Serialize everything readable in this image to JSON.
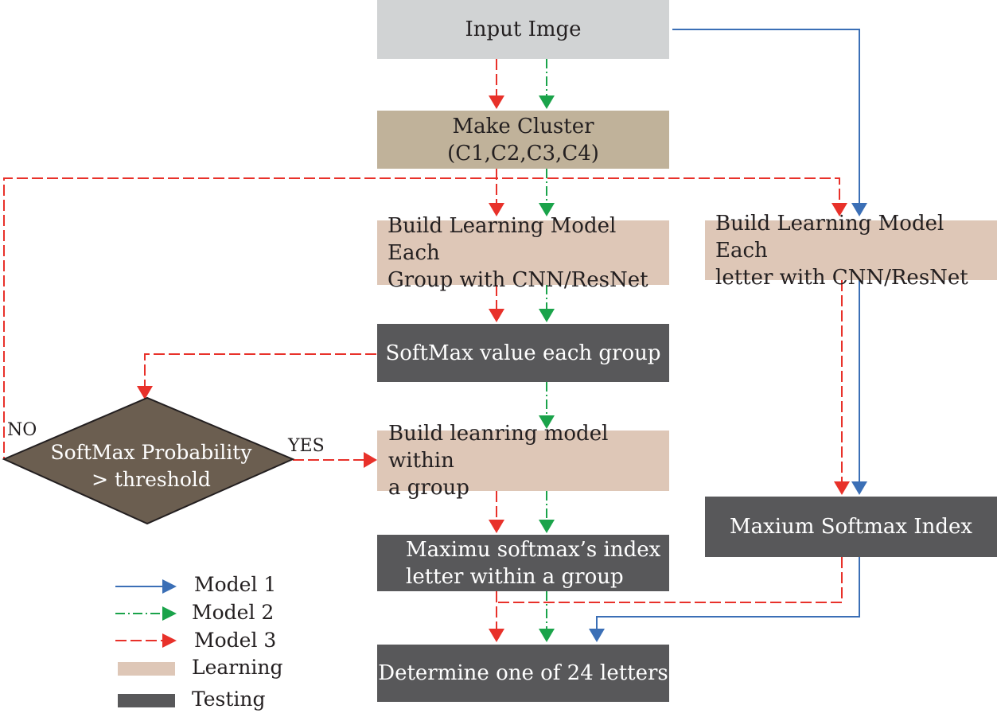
{
  "colors": {
    "model1": "#3b6fb6",
    "model2": "#1aa34a",
    "model3": "#e8312a",
    "learning": "#dec7b7",
    "testing": "#58585a",
    "input": "#d1d3d4",
    "cluster": "#c0b29a",
    "decision": "#6b5e50"
  },
  "nodes": {
    "input_image": "Input Imge",
    "make_cluster": "Make Cluster (C1,C2,C3,C4)",
    "build_group_model": "Build Learning Model Each\nGroup with CNN/ResNet",
    "build_letter_model": "Build Learning Model Each\nletter with CNN/ResNet",
    "softmax_group": "SoftMax value each group",
    "decision": "SoftMax  Probability\n> threshold",
    "build_within_group": "Build leanring model within\na group",
    "max_softmax_index": "Maxium Softmax Index",
    "max_index_within_group": "Maximu softmax’s index\nletter within a group",
    "determine_letter": "Determine one of 24 letters"
  },
  "labels": {
    "no": "NO",
    "yes": "YES"
  },
  "legend": {
    "model1": "Model 1",
    "model2": "Model 2",
    "model3": "Model 3",
    "learning": "Learning",
    "testing": "Testing"
  }
}
